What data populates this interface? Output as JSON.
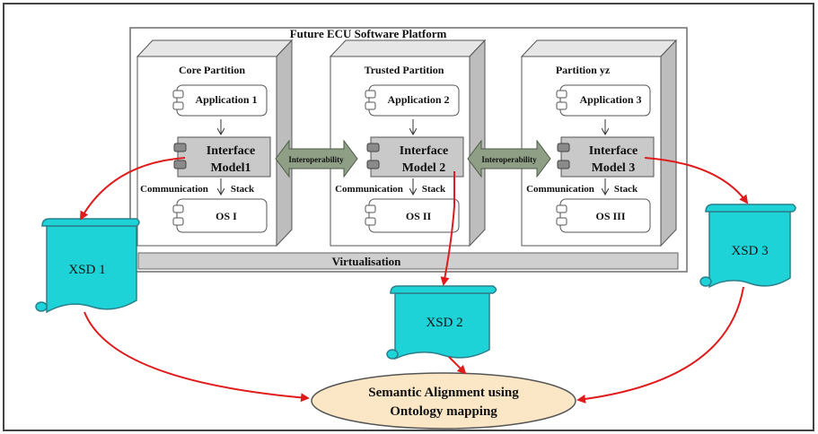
{
  "platform": {
    "title": "Future ECU Software Platform",
    "virtualisation": "Virtualisation"
  },
  "partitions": [
    {
      "title": "Core Partition",
      "application": "Application 1",
      "interface_line1": "Interface",
      "interface_line2": "Model1",
      "comm": "Communication",
      "stack": "Stack",
      "os": "OS I"
    },
    {
      "title": "Trusted Partition",
      "application": "Application 2",
      "interface_line1": "Interface",
      "interface_line2": "Model 2",
      "comm": "Communication",
      "stack": "Stack",
      "os": "OS II"
    },
    {
      "title": "Partition yz",
      "application": "Application 3",
      "interface_line1": "Interface",
      "interface_line2": "Model 3",
      "comm": "Communication",
      "stack": "Stack",
      "os": "OS III"
    }
  ],
  "interoperability": [
    "Interoperability",
    "Interoperability"
  ],
  "xsd": [
    "XSD 1",
    "XSD 2",
    "XSD 3"
  ],
  "semantic": {
    "line1": "Semantic Alignment using",
    "line2": "Ontology mapping"
  },
  "colors": {
    "xsd_fill": "#1ed3d8",
    "xsd_stroke": "#2a7f8a",
    "ellipse_fill": "#fbe7c6",
    "arrow_red": "#e01b1b",
    "partition_fill": "#ffffff",
    "partition_side": "#bdbdbd",
    "interface_fill": "#c9c9c9",
    "virtualisation_fill": "#cfcfcf",
    "interop_fill": "#8f9f86"
  }
}
